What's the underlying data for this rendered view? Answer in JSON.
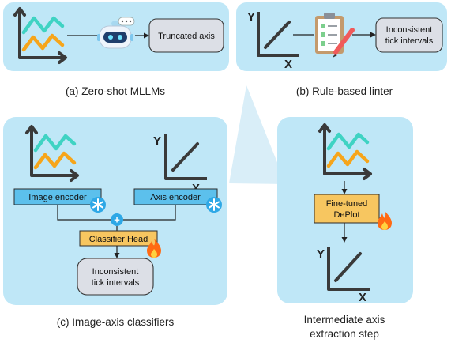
{
  "panels": {
    "zero_shot": {
      "output": "Truncated axis",
      "caption": "(a) Zero-shot MLLMs"
    },
    "rule_based": {
      "axis_y": "Y",
      "axis_x": "X",
      "output_line1": "Inconsistent",
      "output_line2": "tick intervals",
      "caption": "(b) Rule-based linter"
    },
    "image_axis": {
      "axis_y": "Y",
      "axis_x": "X",
      "image_encoder": "Image encoder",
      "axis_encoder": "Axis encoder",
      "plus": "+",
      "classifier_head": "Classifier Head",
      "output_line1": "Inconsistent",
      "output_line2": "tick intervals",
      "caption": "(c) Image-axis classifiers"
    },
    "intermediate": {
      "model_line1": "Fine-tuned",
      "model_line2": "DePlot",
      "axis_y": "Y",
      "axis_x": "X",
      "caption_line1": "Intermediate axis",
      "caption_line2": "extraction step"
    }
  },
  "colors": {
    "panel_bg": "#bfe7f7",
    "encoder_blue": "#5cc0ec",
    "classifier_orange": "#f7c660",
    "output_gray": "#dcdfe6",
    "line_teal": "#3fd3c3",
    "line_orange": "#f6a51a",
    "snowflake": "#2ea8e6",
    "fire": "#ff6a13"
  },
  "icons": [
    "line-chart-icon",
    "robot-icon",
    "checklist-icon",
    "pencil-icon",
    "snowflake-icon",
    "fire-icon",
    "axis-icon"
  ]
}
